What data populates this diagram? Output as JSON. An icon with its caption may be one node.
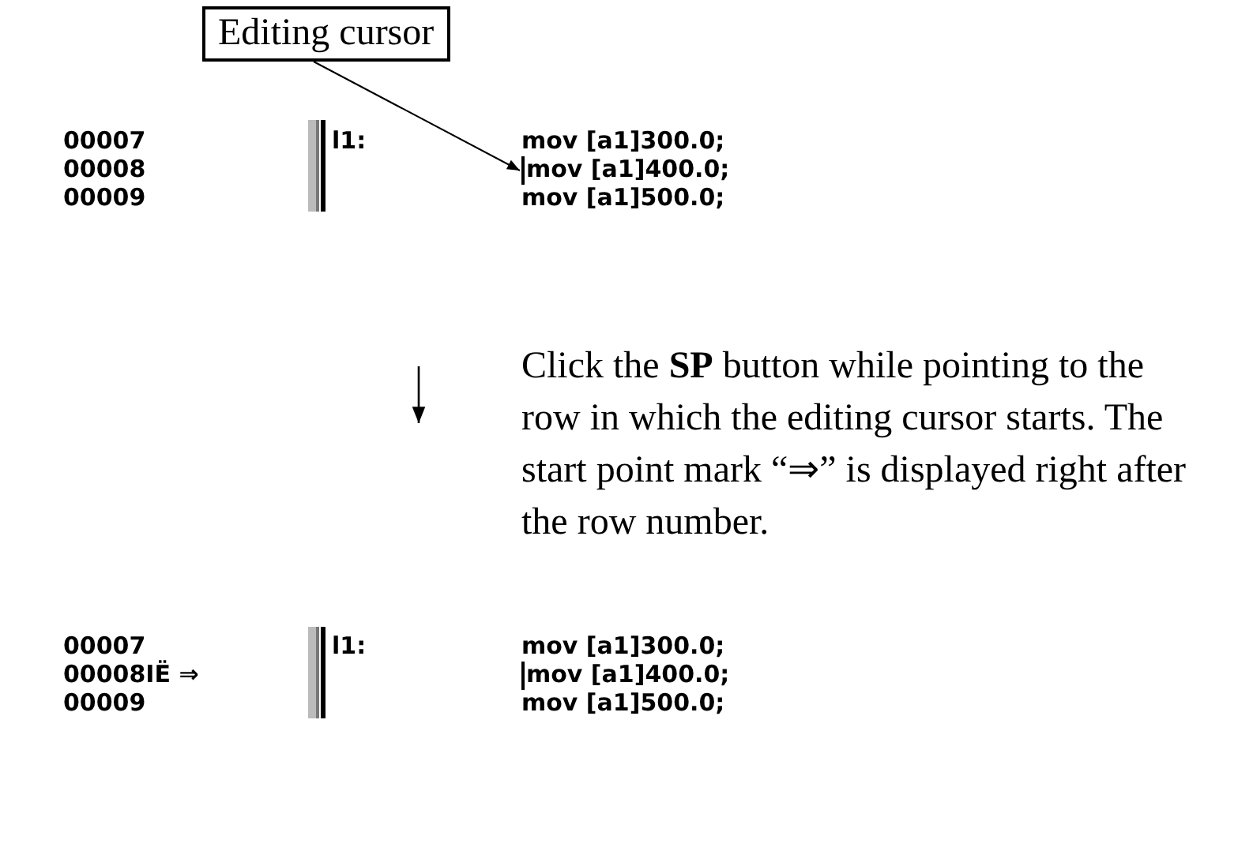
{
  "diagram": {
    "nodes": [
      {
        "text": [
          "Editing cursor"
        ]
      },
      {
        "text": [],
        "shape": "bar"
      }
    ],
    "edges": [
      {
        "from": 0,
        "to": 1,
        "arrow": "to"
      }
    ],
    "labels": [
      "00007",
      "l1:",
      "mov [a1]300.0;",
      "00008",
      "mov [a1]400.0;",
      "00009",
      "mov [a1]500.0;",
      "Click the **SP** button while pointing to the row in which the editing cursor starts. The start point mark “⇒” is displayed right after the row number.",
      "00007",
      "l1:",
      "mov [a1]300.0;",
      "00008IË ⇒",
      "mov [a1]400.0;",
      "00009",
      "mov [a1]500.0;"
    ]
  }
}
